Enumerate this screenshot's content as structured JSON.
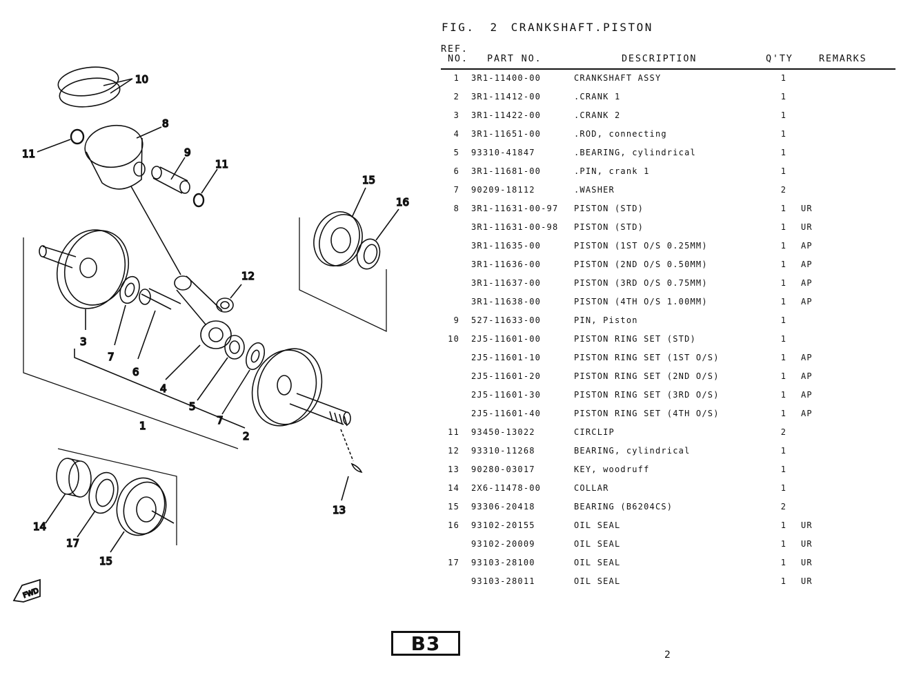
{
  "figure": {
    "label": "FIG.",
    "number": "2",
    "title": "CRANKSHAFT.PISTON"
  },
  "columns": {
    "ref_line1": "REF.",
    "ref_line2": "NO.",
    "part_no": "PART NO.",
    "description": "DESCRIPTION",
    "qty": "Q'TY",
    "remarks": "REMARKS"
  },
  "parts": [
    {
      "ref": "1",
      "part": "3R1-11400-00",
      "desc": "CRANKSHAFT ASSY",
      "qty": "1",
      "rem": ""
    },
    {
      "ref": "2",
      "part": "3R1-11412-00",
      "desc": ".CRANK 1",
      "qty": "1",
      "rem": ""
    },
    {
      "ref": "3",
      "part": "3R1-11422-00",
      "desc": ".CRANK 2",
      "qty": "1",
      "rem": ""
    },
    {
      "ref": "4",
      "part": "3R1-11651-00",
      "desc": ".ROD, connecting",
      "qty": "1",
      "rem": ""
    },
    {
      "ref": "5",
      "part": "93310-41847",
      "desc": ".BEARING, cylindrical",
      "qty": "1",
      "rem": ""
    },
    {
      "ref": "6",
      "part": "3R1-11681-00",
      "desc": ".PIN, crank 1",
      "qty": "1",
      "rem": ""
    },
    {
      "ref": "7",
      "part": "90209-18112",
      "desc": ".WASHER",
      "qty": "2",
      "rem": ""
    },
    {
      "ref": "8",
      "part": "3R1-11631-00-97",
      "desc": "PISTON (STD)",
      "qty": "1",
      "rem": "UR"
    },
    {
      "ref": "",
      "part": "3R1-11631-00-98",
      "desc": "PISTON (STD)",
      "qty": "1",
      "rem": "UR"
    },
    {
      "ref": "",
      "part": "3R1-11635-00",
      "desc": "PISTON (1ST O/S 0.25MM)",
      "qty": "1",
      "rem": "AP"
    },
    {
      "ref": "",
      "part": "3R1-11636-00",
      "desc": "PISTON (2ND O/S 0.50MM)",
      "qty": "1",
      "rem": "AP"
    },
    {
      "ref": "",
      "part": "3R1-11637-00",
      "desc": "PISTON (3RD O/S 0.75MM)",
      "qty": "1",
      "rem": "AP"
    },
    {
      "ref": "",
      "part": "3R1-11638-00",
      "desc": "PISTON (4TH O/S 1.00MM)",
      "qty": "1",
      "rem": "AP"
    },
    {
      "ref": "9",
      "part": "527-11633-00",
      "desc": "PIN, Piston",
      "qty": "1",
      "rem": ""
    },
    {
      "ref": "10",
      "part": "2J5-11601-00",
      "desc": "PISTON RING SET (STD)",
      "qty": "1",
      "rem": ""
    },
    {
      "ref": "",
      "part": "2J5-11601-10",
      "desc": "PISTON RING SET (1ST O/S)",
      "qty": "1",
      "rem": "AP"
    },
    {
      "ref": "",
      "part": "2J5-11601-20",
      "desc": "PISTON RING SET (2ND O/S)",
      "qty": "1",
      "rem": "AP"
    },
    {
      "ref": "",
      "part": "2J5-11601-30",
      "desc": "PISTON RING SET (3RD O/S)",
      "qty": "1",
      "rem": "AP"
    },
    {
      "ref": "",
      "part": "2J5-11601-40",
      "desc": "PISTON RING SET (4TH O/S)",
      "qty": "1",
      "rem": "AP"
    },
    {
      "ref": "11",
      "part": "93450-13022",
      "desc": "CIRCLIP",
      "qty": "2",
      "rem": ""
    },
    {
      "ref": "12",
      "part": "93310-11268",
      "desc": "BEARING, cylindrical",
      "qty": "1",
      "rem": ""
    },
    {
      "ref": "13",
      "part": "90280-03017",
      "desc": "KEY, woodruff",
      "qty": "1",
      "rem": ""
    },
    {
      "ref": "14",
      "part": "2X6-11478-00",
      "desc": "COLLAR",
      "qty": "1",
      "rem": ""
    },
    {
      "ref": "15",
      "part": "93306-20418",
      "desc": "BEARING (B6204CS)",
      "qty": "2",
      "rem": ""
    },
    {
      "ref": "16",
      "part": "93102-20155",
      "desc": "OIL SEAL",
      "qty": "1",
      "rem": "UR"
    },
    {
      "ref": "",
      "part": "93102-20009",
      "desc": "OIL SEAL",
      "qty": "1",
      "rem": "UR"
    },
    {
      "ref": "17",
      "part": "93103-28100",
      "desc": "OIL SEAL",
      "qty": "1",
      "rem": "UR"
    },
    {
      "ref": "",
      "part": "93103-28011",
      "desc": "OIL SEAL",
      "qty": "1",
      "rem": "UR"
    }
  ],
  "diagram": {
    "callouts": [
      "10",
      "8",
      "11",
      "9",
      "11",
      "15",
      "16",
      "12",
      "3",
      "7",
      "6",
      "4",
      "5",
      "1",
      "7",
      "2",
      "13",
      "14",
      "17",
      "15"
    ],
    "fwd_label": "FWD"
  },
  "footer": {
    "page_code": "B3",
    "page_number": "2"
  }
}
